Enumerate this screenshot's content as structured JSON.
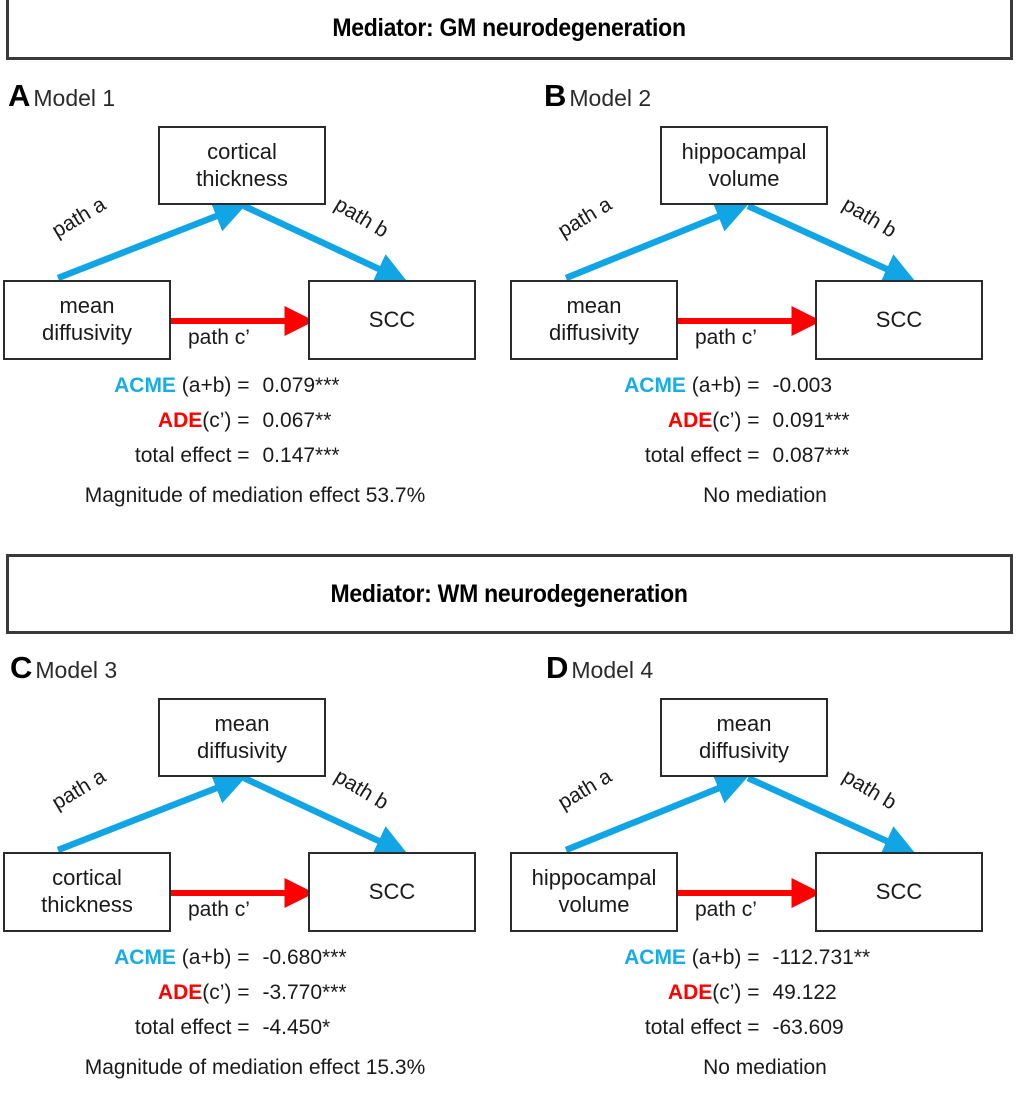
{
  "sections": [
    {
      "id": "gm",
      "title": "Mediator: GM neurodegeneration"
    },
    {
      "id": "wm",
      "title": "Mediator: WM neurodegeneration"
    }
  ],
  "path_labels": {
    "a": "path a",
    "b": "path b",
    "c": "path c’"
  },
  "stat_labels": {
    "acme_name": "ACME",
    "acme_suffix": " (a+b) = ",
    "ade_name": "ADE",
    "ade_suffix": "(c’) = ",
    "total": "total effect = "
  },
  "colors": {
    "acme_blue": "#17ade4",
    "ade_red": "#fe0000",
    "arrow_blue": "#12a5e5",
    "arrow_red": "#fe0000",
    "box_border": "#2b2b2b"
  },
  "panels": [
    {
      "letter": "A",
      "model": "Model 1",
      "nodes": {
        "mediator": "cortical\nthickness",
        "predictor": "mean\ndiffusivity",
        "outcome": "SCC"
      },
      "acme_value": "0.079***",
      "ade_value": "0.067**",
      "total_value": "0.147***",
      "summary": "Magnitude of mediation effect 53.7%"
    },
    {
      "letter": "B",
      "model": "Model 2",
      "nodes": {
        "mediator": "hippocampal\nvolume",
        "predictor": "mean\ndiffusivity",
        "outcome": "SCC"
      },
      "acme_value": "-0.003",
      "ade_value": "0.091***",
      "total_value": "0.087***",
      "summary": "No mediation"
    },
    {
      "letter": "C",
      "model": "Model 3",
      "nodes": {
        "mediator": "mean\ndiffusivity",
        "predictor": "cortical\nthickness",
        "outcome": "SCC"
      },
      "acme_value": "-0.680***",
      "ade_value": "-3.770***",
      "total_value": "-4.450*",
      "summary": "Magnitude of mediation effect 15.3%"
    },
    {
      "letter": "D",
      "model": "Model 4",
      "nodes": {
        "mediator": "mean\ndiffusivity",
        "predictor": "hippocampal\nvolume",
        "outcome": "SCC"
      },
      "acme_value": "-112.731**",
      "ade_value": "49.122",
      "total_value": "-63.609",
      "summary": "No mediation"
    }
  ]
}
